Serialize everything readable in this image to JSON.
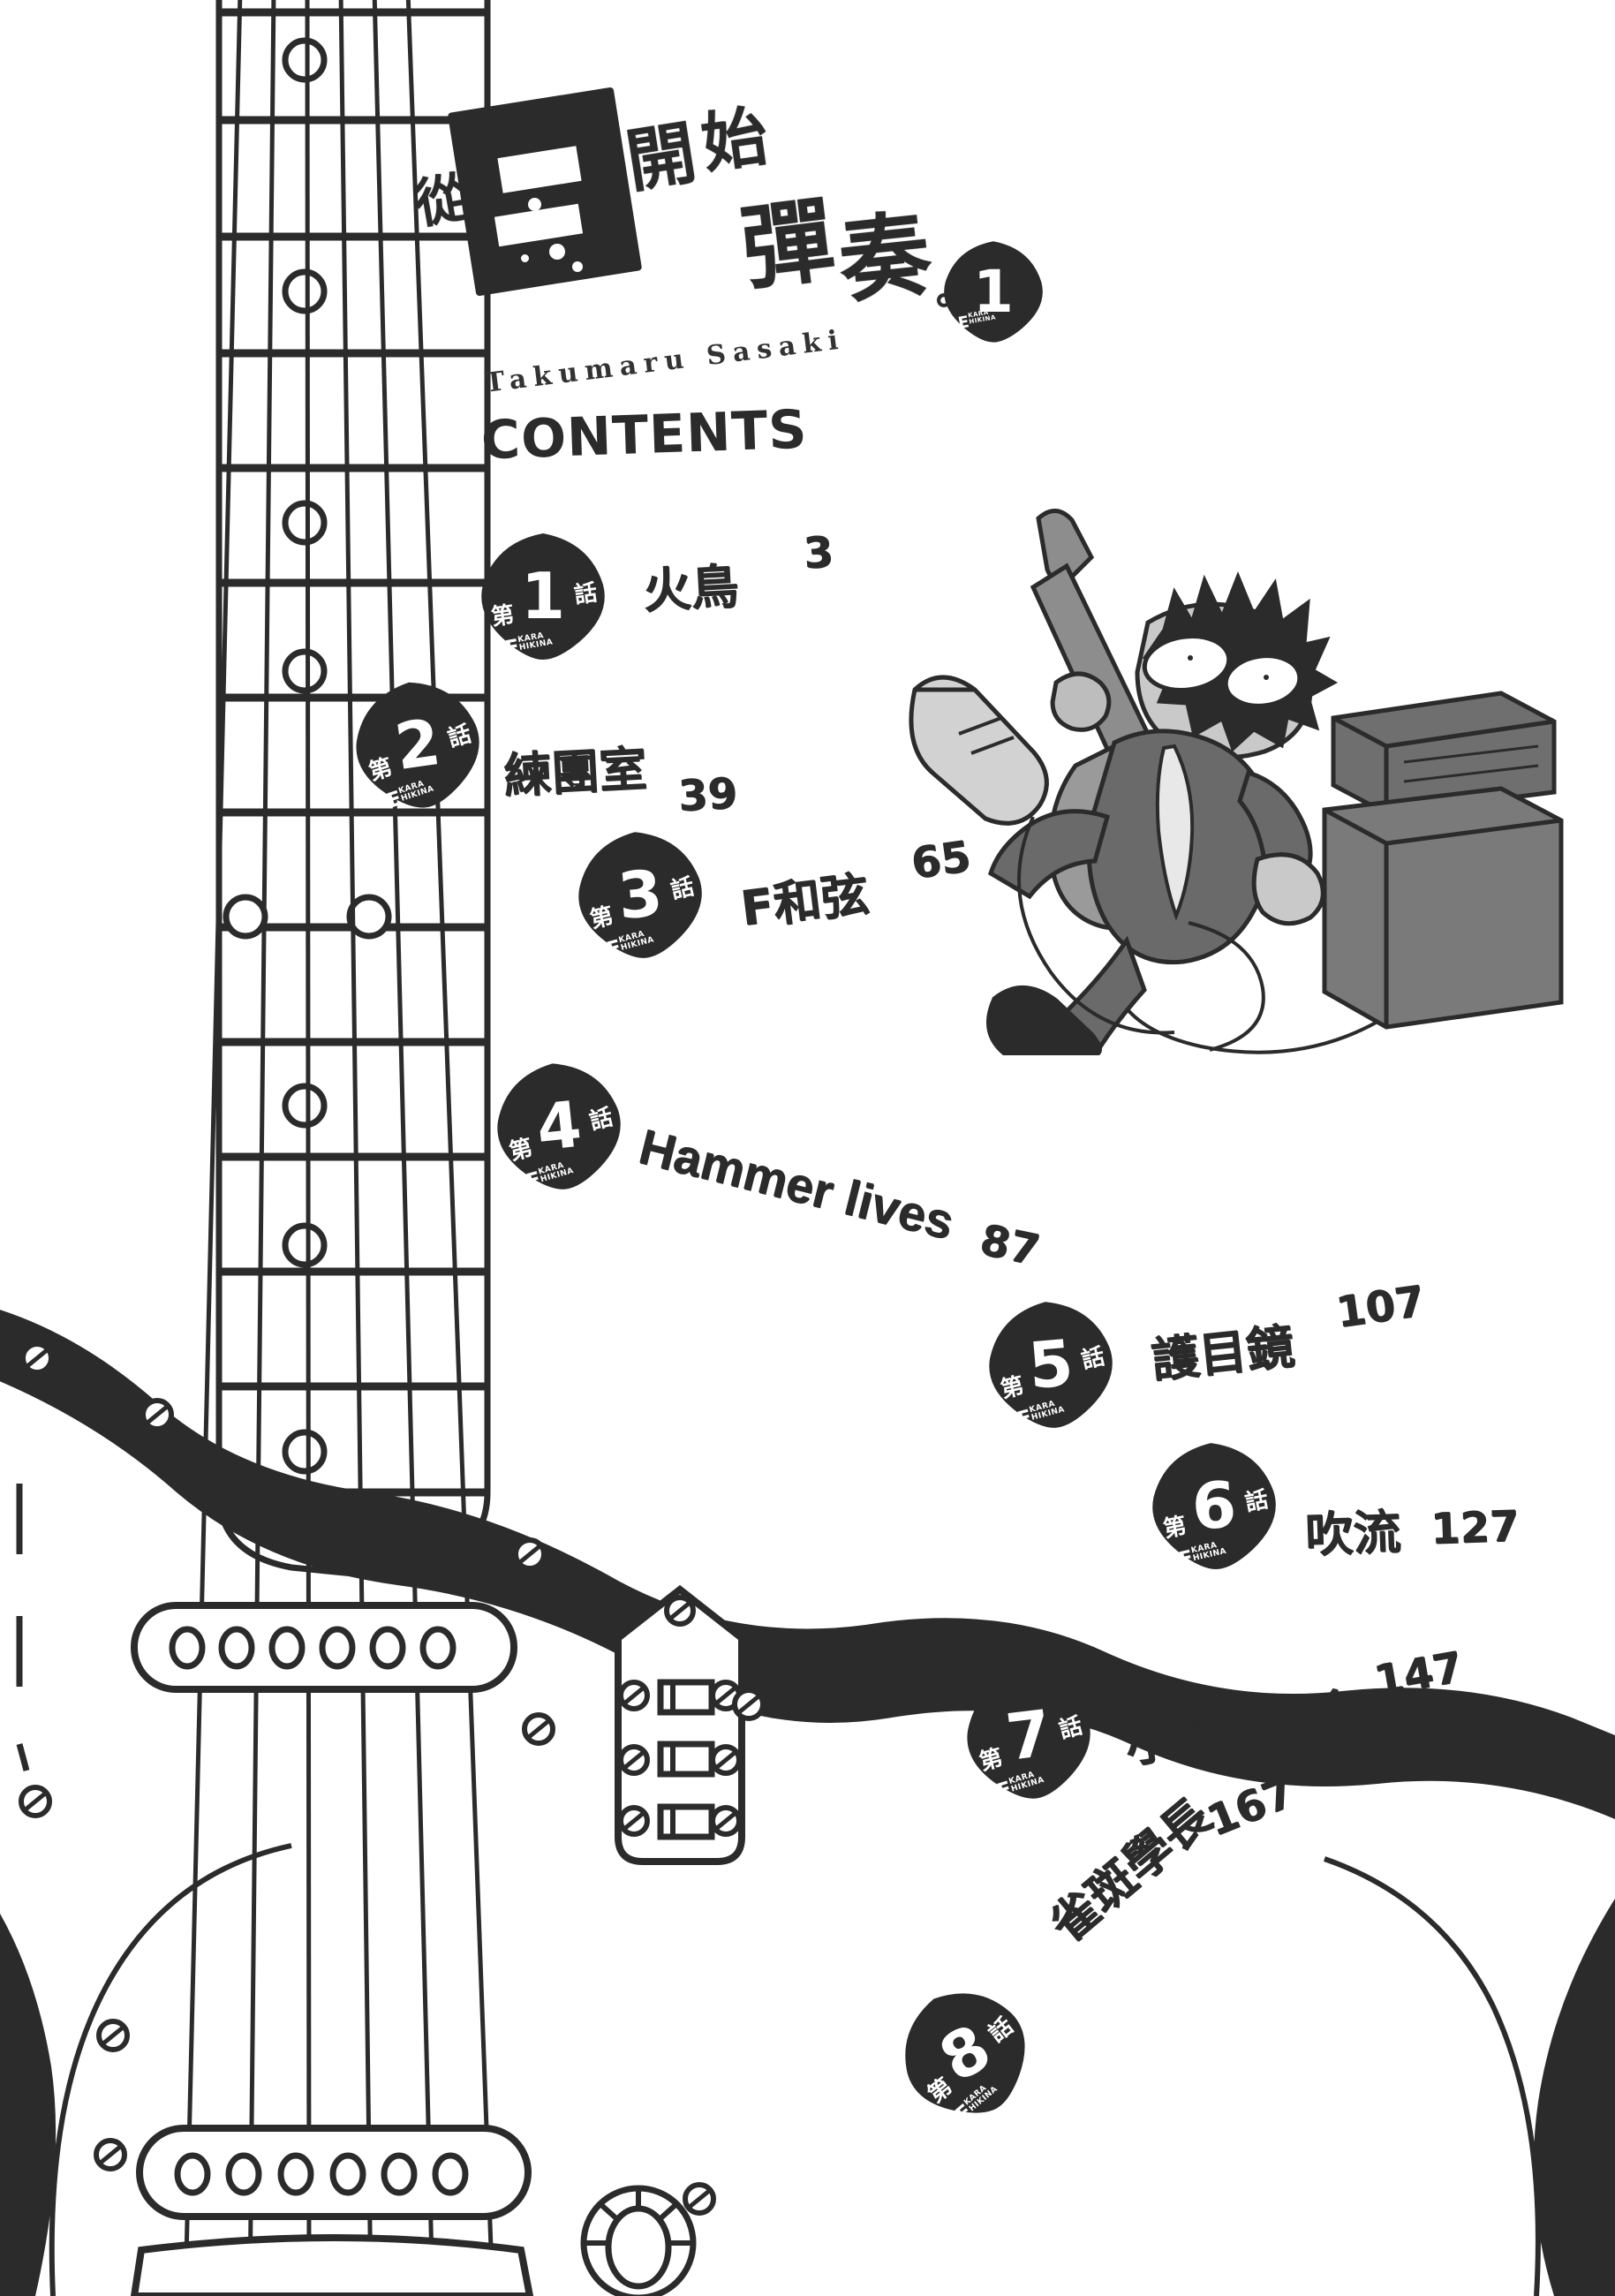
{
  "book": {
    "title_text": "從E開始彈奏。",
    "title_chars": {
      "cong": "從",
      "e": "E",
      "kai": "開",
      "shi": "始",
      "tan": "彈",
      "zou": "奏",
      "period": "。"
    },
    "author": "Takumaru Sasaki",
    "volume": "1",
    "contents_heading": "CONTENTS"
  },
  "pick_brand": {
    "letter": "E",
    "line1": "KARA",
    "line2": "HIKINA"
  },
  "labels": {
    "chapter_prefix": "第",
    "chapter_suffix": "話"
  },
  "contents": [
    {
      "num": "1",
      "title": "火鳥",
      "page": "3"
    },
    {
      "num": "2",
      "title": "練團室",
      "page": "39"
    },
    {
      "num": "3",
      "title": "F和弦",
      "page": "65"
    },
    {
      "num": "4",
      "title": "Hammer lives",
      "page": "87"
    },
    {
      "num": "5",
      "title": "護目鏡",
      "page": "107"
    },
    {
      "num": "6",
      "title": "吹流",
      "page": "127"
    },
    {
      "num": "7",
      "title": "小型演唱會",
      "page": "147"
    },
    {
      "num": "8",
      "title": "雀斑學長",
      "page": "167"
    }
  ],
  "colors": {
    "ink": "#2b2b2b",
    "paper": "#ffffff"
  },
  "illustration": {
    "character": "jumping-boy-with-guitar",
    "amp": "amplifier-stack",
    "guitar": "electric-guitar-body"
  }
}
